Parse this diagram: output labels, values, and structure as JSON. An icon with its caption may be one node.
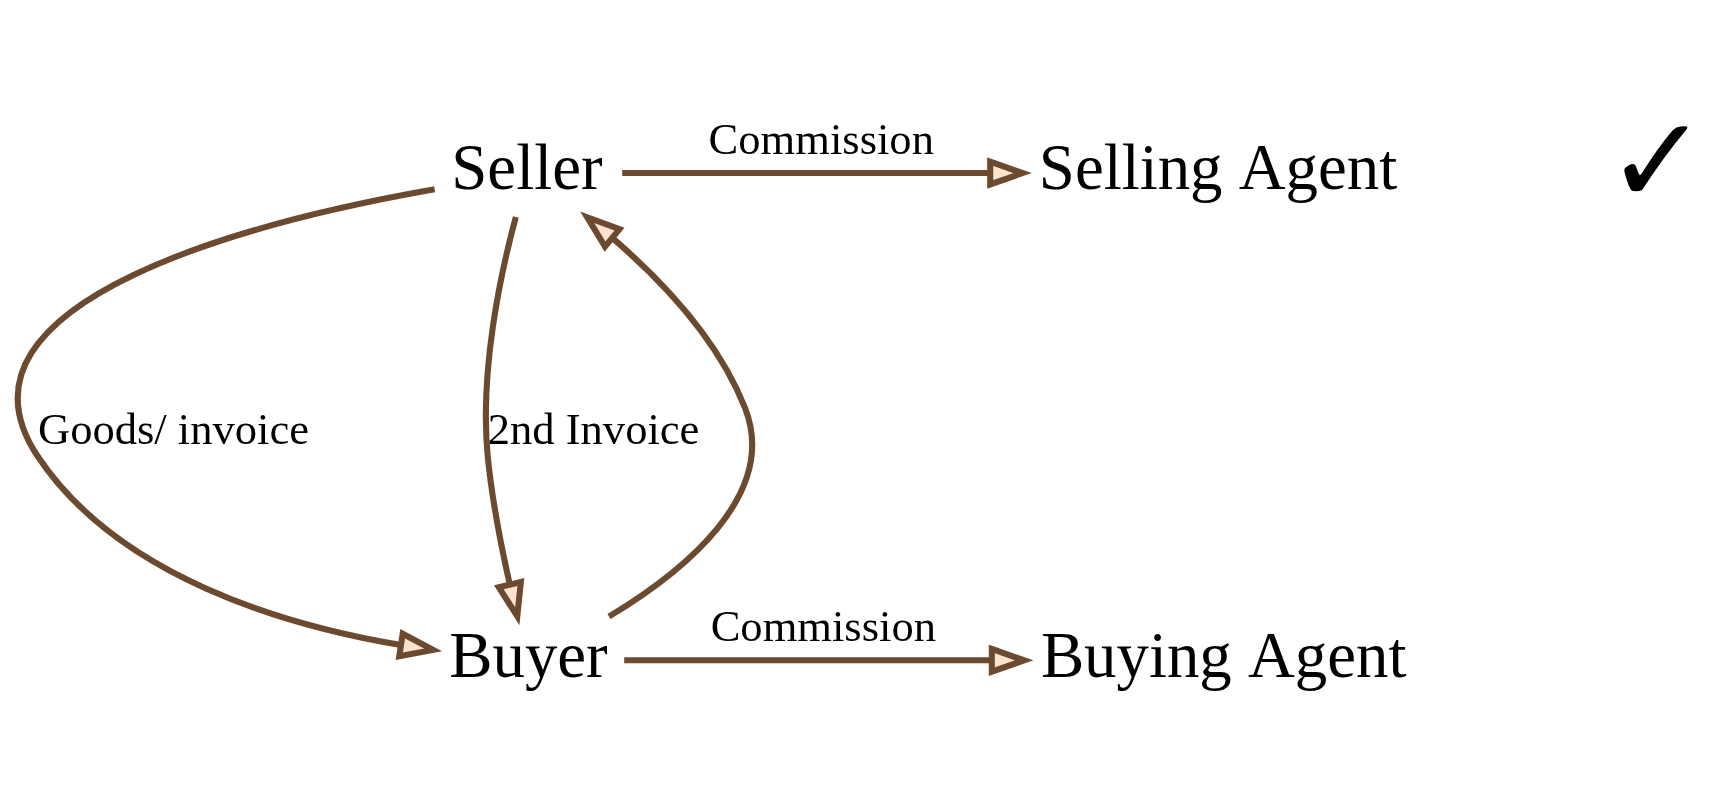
{
  "diagram": {
    "nodes": [
      {
        "text": [
          "Seller"
        ]
      },
      {
        "text": [
          "Selling Agent"
        ]
      },
      {
        "text": [
          "Buyer"
        ]
      },
      {
        "text": [
          "Buying Agent"
        ]
      }
    ],
    "edges": [
      {
        "from": 0,
        "to": 1,
        "arrow": "to",
        "label": "Commission"
      },
      {
        "from": 0,
        "to": 2,
        "arrow": "to",
        "label": "Goods/ invoice"
      },
      {
        "from": 2,
        "to": 0,
        "arrow": "to"
      },
      {
        "from": 0,
        "to": 2,
        "arrow": "to",
        "label": "2nd Invoice"
      },
      {
        "from": 2,
        "to": 3,
        "arrow": "to",
        "label": "Commission"
      }
    ],
    "labels": [
      "✓"
    ]
  }
}
